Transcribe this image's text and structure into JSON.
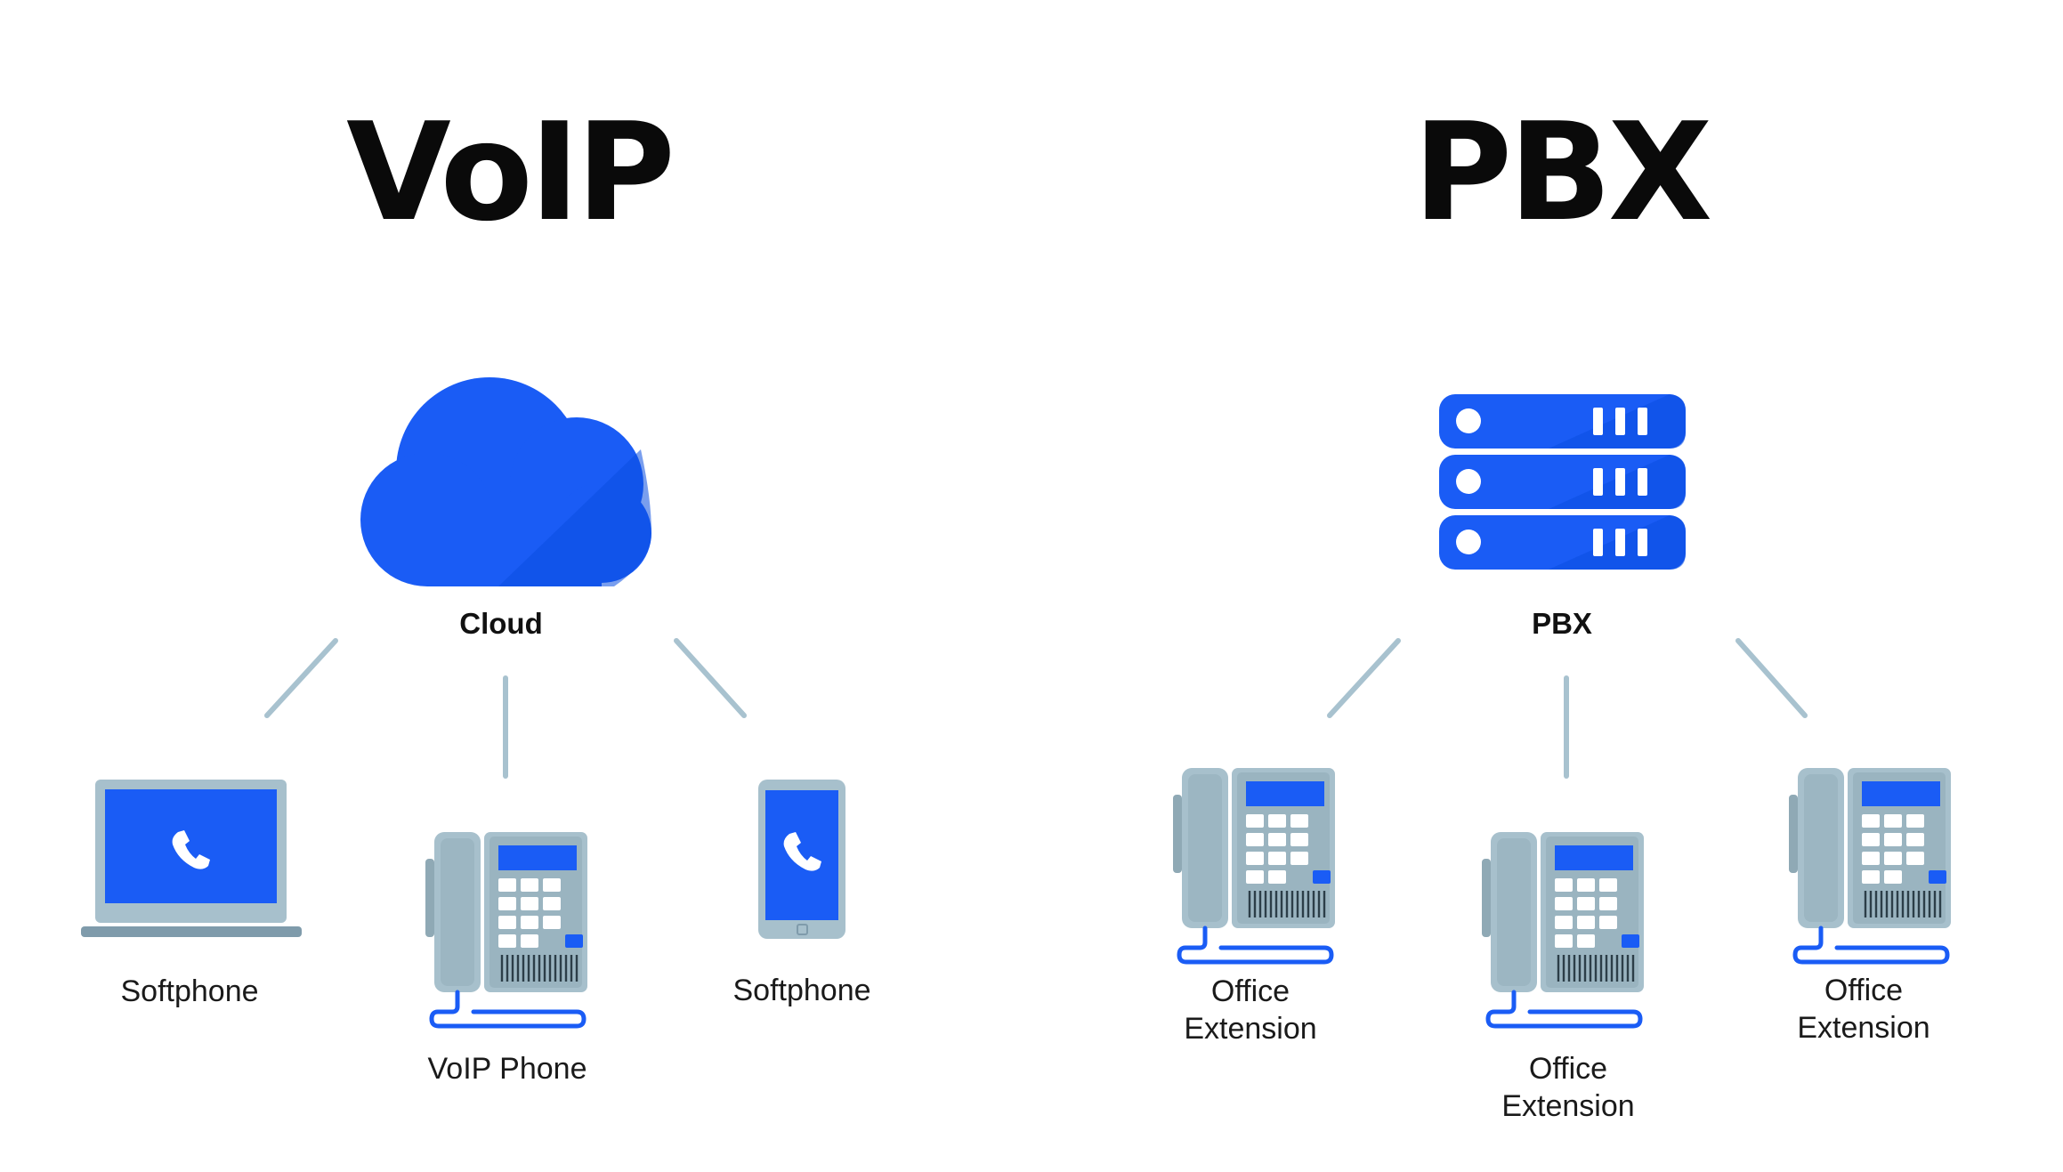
{
  "colors": {
    "blue": "#1a5cf5",
    "blue_dark": "#0b4ee0",
    "gray_blue": "#a7c0cc",
    "gray_blue_dark": "#8aa5b2",
    "connector": "#a8c2cf"
  },
  "voip": {
    "title": "VoIP",
    "hub_label": "Cloud",
    "hub_icon": "cloud-icon",
    "devices": [
      {
        "icon": "laptop-icon",
        "line1": "Softphone",
        "line2": ""
      },
      {
        "icon": "desk-phone-icon",
        "line1": "VoIP Phone",
        "line2": ""
      },
      {
        "icon": "mobile-phone-icon",
        "line1": "Softphone",
        "line2": ""
      }
    ]
  },
  "pbx": {
    "title": "PBX",
    "hub_label": "PBX",
    "hub_icon": "server-stack-icon",
    "devices": [
      {
        "icon": "desk-phone-icon",
        "line1": "Office",
        "line2": "Extension"
      },
      {
        "icon": "desk-phone-icon",
        "line1": "Office",
        "line2": "Extension"
      },
      {
        "icon": "desk-phone-icon",
        "line1": "Office",
        "line2": "Extension"
      }
    ]
  }
}
